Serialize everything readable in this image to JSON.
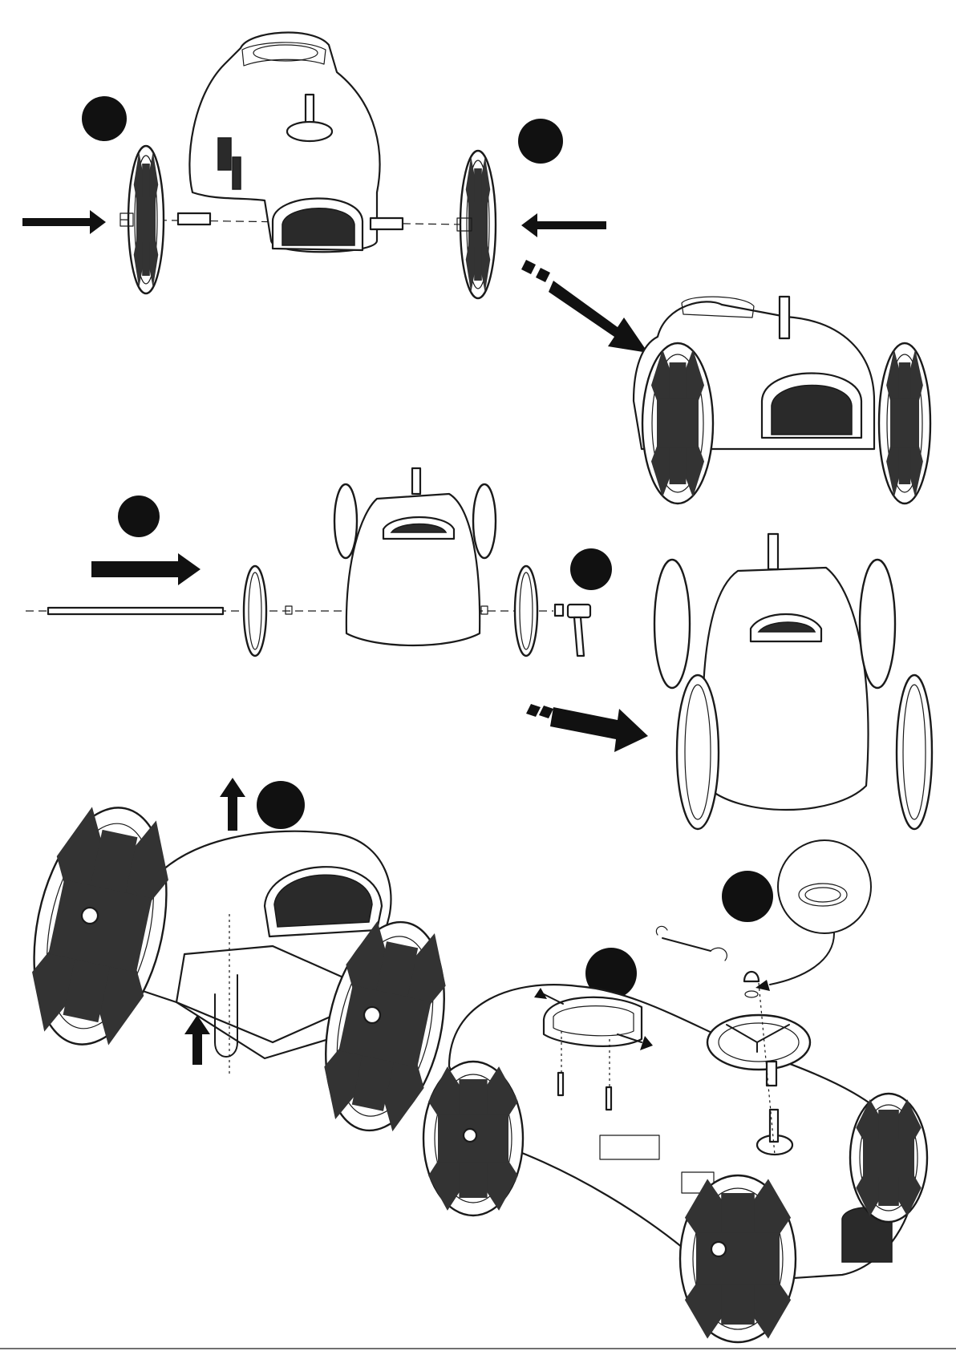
{
  "colors": {
    "background": "#ffffff",
    "ink": "#111111"
  },
  "steps": [
    {
      "id": "front-wheels",
      "markers": 2,
      "arrows": 2
    },
    {
      "id": "rear-axle",
      "markers": 2,
      "arrows": 1
    },
    {
      "id": "underside-handle",
      "markers": 1,
      "arrows": 2
    },
    {
      "id": "seat-and-steering-wheel",
      "markers": 2,
      "arrows": 3
    }
  ]
}
